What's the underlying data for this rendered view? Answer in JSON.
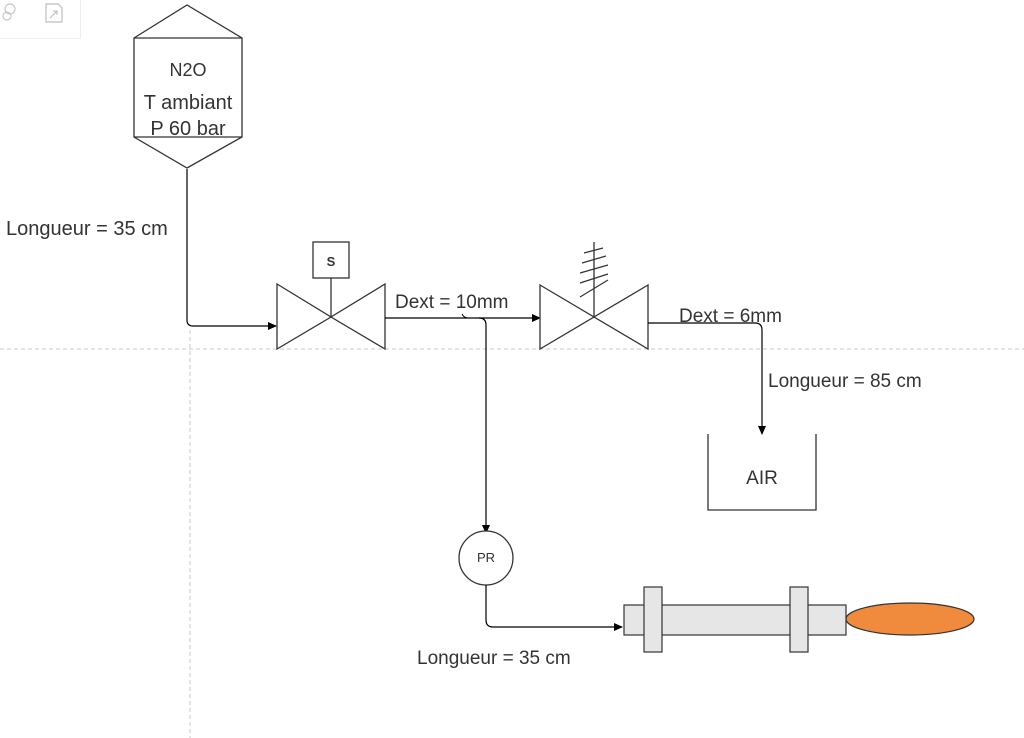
{
  "toolbar": {
    "icons": [
      "format-icon",
      "fit-page-icon"
    ]
  },
  "tank": {
    "line1": "N2O",
    "line2": "T ambiant",
    "line3": "P 60 bar"
  },
  "labels": {
    "tank_pipe_length": "Longueur = 35 cm",
    "pipe_dext_main": "Dext = 10mm",
    "pipe_dext_vent": "Dext = 6mm",
    "vent_pipe_length": "Longueur = 85 cm",
    "regulator_pipe_length": "Longueur = 35 cm"
  },
  "solenoid": {
    "label": "S"
  },
  "regulator": {
    "label": "PR"
  },
  "air_outlet": {
    "label": "AIR"
  },
  "colors": {
    "line": "#000000",
    "flame": "#f08a3c",
    "engine": "#e6e6e6",
    "guide": "#c8c8c8"
  }
}
